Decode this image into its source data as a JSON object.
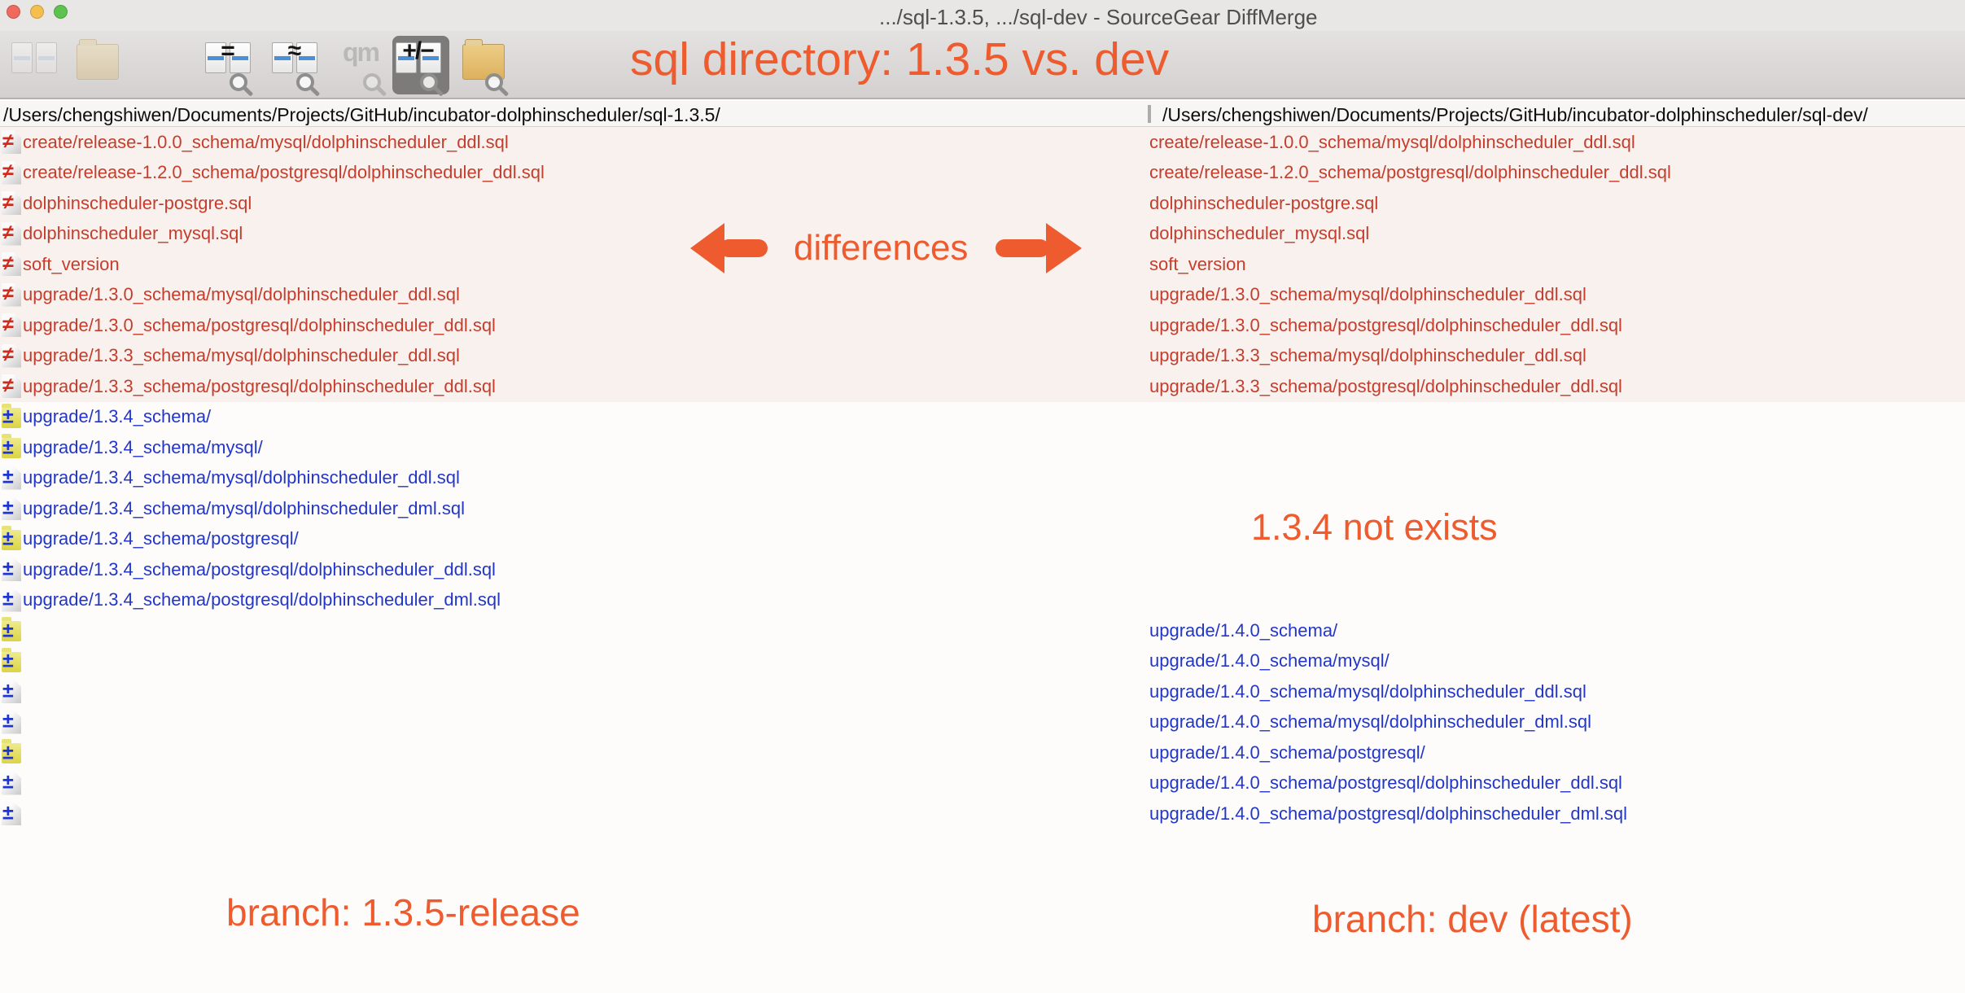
{
  "window": {
    "title": ".../sql-1.3.5, .../sql-dev - SourceGear DiffMerge"
  },
  "toolbar": {
    "buttons": [
      {
        "name": "open-file-diff",
        "state": "disabled"
      },
      {
        "name": "open-folder-diff",
        "state": "disabled"
      },
      {
        "name": "show-identical-files",
        "state": "enabled",
        "glyph": "="
      },
      {
        "name": "show-equivalent-files",
        "state": "enabled",
        "glyph": "≈"
      },
      {
        "name": "show-quickmatch-files",
        "state": "disabled",
        "glyph": "qm"
      },
      {
        "name": "show-left-right-only",
        "state": "active",
        "glyph": "+/−"
      },
      {
        "name": "show-folders",
        "state": "enabled"
      }
    ]
  },
  "paths": {
    "left": "/Users/chengshiwen/Documents/Projects/GitHub/incubator-dolphinscheduler/sql-1.3.5/",
    "right": "/Users/chengshiwen/Documents/Projects/GitHub/incubator-dolphinscheduler/sql-dev/"
  },
  "icons": {
    "different": "≠",
    "left_only": "±",
    "right_only": "±"
  },
  "rows": [
    {
      "icon": "file",
      "status": "different",
      "left": "create/release-1.0.0_schema/mysql/dolphinscheduler_ddl.sql",
      "right": "create/release-1.0.0_schema/mysql/dolphinscheduler_ddl.sql"
    },
    {
      "icon": "file",
      "status": "different",
      "left": "create/release-1.2.0_schema/postgresql/dolphinscheduler_ddl.sql",
      "right": "create/release-1.2.0_schema/postgresql/dolphinscheduler_ddl.sql"
    },
    {
      "icon": "file",
      "status": "different",
      "left": "dolphinscheduler-postgre.sql",
      "right": "dolphinscheduler-postgre.sql"
    },
    {
      "icon": "file",
      "status": "different",
      "left": "dolphinscheduler_mysql.sql",
      "right": "dolphinscheduler_mysql.sql"
    },
    {
      "icon": "file",
      "status": "different",
      "left": "soft_version",
      "right": "soft_version"
    },
    {
      "icon": "file",
      "status": "different",
      "left": "upgrade/1.3.0_schema/mysql/dolphinscheduler_ddl.sql",
      "right": "upgrade/1.3.0_schema/mysql/dolphinscheduler_ddl.sql"
    },
    {
      "icon": "file",
      "status": "different",
      "left": "upgrade/1.3.0_schema/postgresql/dolphinscheduler_ddl.sql",
      "right": "upgrade/1.3.0_schema/postgresql/dolphinscheduler_ddl.sql"
    },
    {
      "icon": "file",
      "status": "different",
      "left": "upgrade/1.3.3_schema/mysql/dolphinscheduler_ddl.sql",
      "right": "upgrade/1.3.3_schema/mysql/dolphinscheduler_ddl.sql"
    },
    {
      "icon": "file",
      "status": "different",
      "left": "upgrade/1.3.3_schema/postgresql/dolphinscheduler_ddl.sql",
      "right": "upgrade/1.3.3_schema/postgresql/dolphinscheduler_ddl.sql"
    },
    {
      "icon": "folder",
      "status": "left_only",
      "left": "upgrade/1.3.4_schema/",
      "right": ""
    },
    {
      "icon": "folder",
      "status": "left_only",
      "left": "upgrade/1.3.4_schema/mysql/",
      "right": ""
    },
    {
      "icon": "file",
      "status": "left_only",
      "left": "upgrade/1.3.4_schema/mysql/dolphinscheduler_ddl.sql",
      "right": ""
    },
    {
      "icon": "file",
      "status": "left_only",
      "left": "upgrade/1.3.4_schema/mysql/dolphinscheduler_dml.sql",
      "right": ""
    },
    {
      "icon": "folder",
      "status": "left_only",
      "left": "upgrade/1.3.4_schema/postgresql/",
      "right": ""
    },
    {
      "icon": "file",
      "status": "left_only",
      "left": "upgrade/1.3.4_schema/postgresql/dolphinscheduler_ddl.sql",
      "right": ""
    },
    {
      "icon": "file",
      "status": "left_only",
      "left": "upgrade/1.3.4_schema/postgresql/dolphinscheduler_dml.sql",
      "right": ""
    },
    {
      "icon": "folder",
      "status": "right_only",
      "left": "",
      "right": "upgrade/1.4.0_schema/"
    },
    {
      "icon": "folder",
      "status": "right_only",
      "left": "",
      "right": "upgrade/1.4.0_schema/mysql/"
    },
    {
      "icon": "file",
      "status": "right_only",
      "left": "",
      "right": "upgrade/1.4.0_schema/mysql/dolphinscheduler_ddl.sql"
    },
    {
      "icon": "file",
      "status": "right_only",
      "left": "",
      "right": "upgrade/1.4.0_schema/mysql/dolphinscheduler_dml.sql"
    },
    {
      "icon": "folder",
      "status": "right_only",
      "left": "",
      "right": "upgrade/1.4.0_schema/postgresql/"
    },
    {
      "icon": "file",
      "status": "right_only",
      "left": "",
      "right": "upgrade/1.4.0_schema/postgresql/dolphinscheduler_ddl.sql"
    },
    {
      "icon": "file",
      "status": "right_only",
      "left": "",
      "right": "upgrade/1.4.0_schema/postgresql/dolphinscheduler_dml.sql"
    }
  ],
  "annotations": {
    "heading": "sql directory: 1.3.5 vs. dev",
    "differences": "differences",
    "not_exists": "1.3.4 not exists",
    "branch_left": "branch: 1.3.5-release",
    "branch_right": "branch: dev (latest)"
  },
  "colors": {
    "annotation_accent": "#ee5b2e",
    "different_text": "#c53d2c",
    "different_row_bg": "#f8f1ee",
    "only_one_side_text": "#2236c8",
    "different_glyph": "#d02b1d",
    "only_glyph": "#1f35cf"
  }
}
